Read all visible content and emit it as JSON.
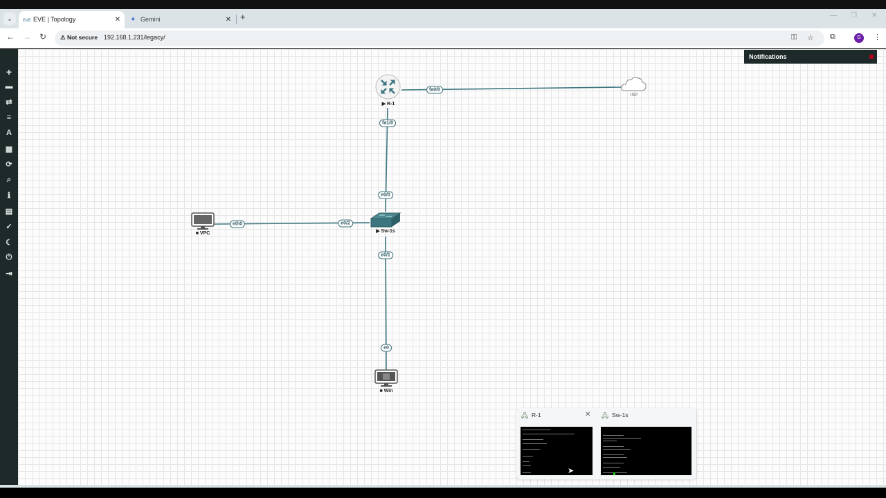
{
  "browser": {
    "tabs": [
      {
        "label": "EVE | Topology",
        "active": true,
        "icon": "eve-logo-icon"
      },
      {
        "label": "Gemini",
        "active": false,
        "icon": "gemini-sparkle-icon"
      }
    ],
    "new_tab_symbol": "+",
    "security_label": "Not secure",
    "url": "192.168.1.231/legacy/",
    "profile_initial": "G"
  },
  "sidebar": {
    "items": [
      {
        "name": "add-object",
        "glyph": "+"
      },
      {
        "name": "nodes",
        "glyph": "▬"
      },
      {
        "name": "networks",
        "glyph": "⇄"
      },
      {
        "name": "startup-configs",
        "glyph": "≡"
      },
      {
        "name": "text",
        "glyph": "A"
      },
      {
        "name": "grid",
        "glyph": "▦"
      },
      {
        "name": "refresh",
        "glyph": "⟳"
      },
      {
        "name": "zoom",
        "glyph": "⌕"
      },
      {
        "name": "info",
        "glyph": "ℹ"
      },
      {
        "name": "notes",
        "glyph": "▤"
      },
      {
        "name": "status",
        "glyph": "✓"
      },
      {
        "name": "dark-mode",
        "glyph": "☾"
      },
      {
        "name": "power",
        "glyph": "⏻"
      },
      {
        "name": "logout",
        "glyph": "⇥"
      }
    ]
  },
  "notifications": {
    "title": "Notifications"
  },
  "topology": {
    "nodes": [
      {
        "id": "R-1",
        "label": "R-1",
        "type": "router",
        "status": "running"
      },
      {
        "id": "ISP",
        "label": "ISP",
        "type": "cloud"
      },
      {
        "id": "Sw-1s",
        "label": "Sw-1s",
        "type": "switch",
        "status": "running"
      },
      {
        "id": "VPC",
        "label": "VPC",
        "type": "pc",
        "status": "stopped"
      },
      {
        "id": "Win",
        "label": "Win",
        "type": "pc",
        "status": "stopped"
      }
    ],
    "interfaces": {
      "r1_isp": "fa0/0",
      "r1_sw": "fa1/0",
      "sw_r1": "e0/0",
      "sw_vpc": "e0/2",
      "vpc_sw": "eth0",
      "sw_win": "e0/1",
      "win_sw": "e0"
    },
    "link_color": "#3e7680"
  },
  "taskbar_preview": {
    "windows": [
      {
        "title": "R-1"
      },
      {
        "title": "Sw-1s"
      }
    ],
    "close_symbol": "✕"
  }
}
